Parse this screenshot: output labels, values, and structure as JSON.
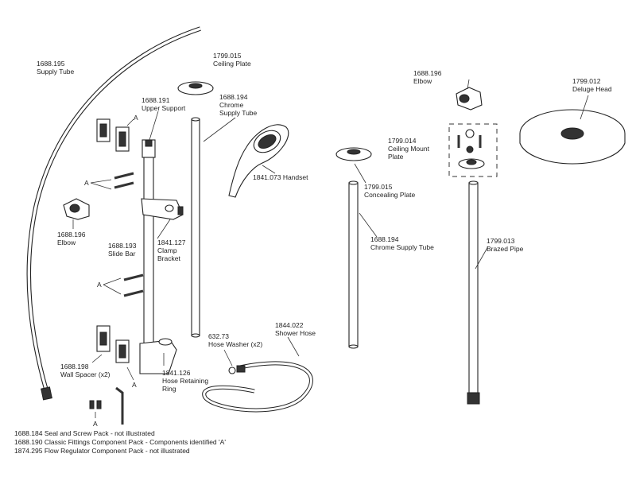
{
  "parts": {
    "supply_tube_left": {
      "code": "1688.195",
      "name": "Supply Tube"
    },
    "ceiling_plate": {
      "code": "1799.015",
      "name": "Ceiling Plate"
    },
    "upper_support": {
      "code": "1688.191",
      "name": "Upper Support"
    },
    "chrome_supply_tube_short": {
      "code": "1688.194",
      "name": "Chrome",
      "name2": "Supply Tube"
    },
    "handset": {
      "label": "1841.073 Handset"
    },
    "elbow_left": {
      "code": "1688.196",
      "name": "Elbow"
    },
    "slide_bar": {
      "code": "1688.193",
      "name": "Slide Bar"
    },
    "clamp_bracket": {
      "code": "1841.127",
      "name": "Clamp",
      "name2": "Bracket"
    },
    "hose_washer": {
      "code": "632.73",
      "name": "Hose Washer (x2)"
    },
    "shower_hose": {
      "code": "1844.022",
      "name": "Shower Hose"
    },
    "wall_spacer": {
      "code": "1688.198",
      "name": "Wall Spacer (x2)"
    },
    "hose_retaining_ring": {
      "code": "1841.126",
      "name": "Hose Retaining",
      "name2": "Ring"
    },
    "elbow_right": {
      "code": "1688.196",
      "name": "Elbow"
    },
    "deluge_head": {
      "code": "1799.012",
      "name": "Deluge Head"
    },
    "ceiling_mount_plate": {
      "code": "1799.014",
      "name": "Ceiling Mount",
      "name2": "Plate"
    },
    "concealing_plate": {
      "code": "1799.015",
      "name": "Concealing Plate"
    },
    "chrome_supply_tube_long": {
      "code": "1688.194",
      "name": "Chrome Supply Tube"
    },
    "brazed_pipe": {
      "code": "1799.013",
      "name": "Brazed Pipe"
    }
  },
  "markers": {
    "a1": "A",
    "a2": "A",
    "a3": "A",
    "a4": "A",
    "a5": "A"
  },
  "footnotes": [
    "1688.184 Seal and Screw  Pack - not illustrated",
    "1688.190 Classic Fittings Component Pack - Components identified 'A'",
    "1874.295 Flow Regulator Component Pack - not illustrated"
  ]
}
